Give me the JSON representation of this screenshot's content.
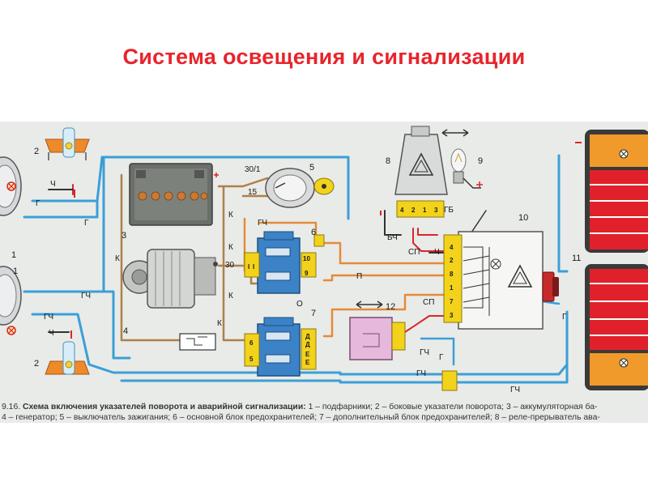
{
  "slide": {
    "title": "Система освещения и сигнализации"
  },
  "diagram": {
    "callouts": [
      "1",
      "1",
      "2",
      "2",
      "3",
      "4",
      "5",
      "6",
      "7",
      "8",
      "9",
      "10",
      "11",
      "12"
    ],
    "wire_labels": {
      "ch_top": "Ч",
      "g_top_left": "Г",
      "g_top_mid": "Г",
      "gch_mid": "ГЧ",
      "gch_bot_left": "ГЧ",
      "ch_bot_left": "Ч",
      "k1": "К",
      "k2": "К",
      "k3": "К",
      "k4": "К",
      "k5": "К",
      "gch_relay": "ГЧ",
      "w30_1": "30/1",
      "w15": "15",
      "w30": "30",
      "o": "О",
      "p": "П",
      "sp1": "СП",
      "sp2": "СП",
      "ch_relay": "Ч",
      "bch": "БЧ",
      "gb": "ГБ",
      "g_right": "Г",
      "gch_right": "ГЧ",
      "gch_12": "ГЧ",
      "gch_low": "ГЧ",
      "g_12": "Г"
    },
    "relay_pins": [
      "4",
      "2",
      "1",
      "3"
    ],
    "fuse_block_6_pins": [
      "I",
      "I",
      "I",
      "10",
      "I",
      "I",
      "I",
      "9"
    ],
    "fuse_block_7_pins": [
      "6",
      "5",
      "Д",
      "Д",
      "Е",
      "Е"
    ],
    "switch_10_pins": [
      "4",
      "2",
      "8",
      "1",
      "7",
      "3"
    ],
    "icons": [
      "hazard-triangle-icon",
      "bidirectional-arrow-icon",
      "bulb-icon",
      "ignition-key-icon"
    ]
  },
  "caption": {
    "line1_prefix": "9.16.",
    "line1_bold": "Схема включения указателей поворота и аварийной сигнализации:",
    "line1_rest": "1 – подфарники; 2 – боковые указатели поворота; 3 – аккумуляторная ба-",
    "line2": "4 – генератор; 5 – выключатель зажигания; 6 – основной блок предохранителей; 7 – дополнительный блок предохранителей; 8 – реле-прерыватель ава-"
  },
  "colors": {
    "title": "#e8242b",
    "wire_blue": "#3a9fd8",
    "wire_brown": "#b07f4a",
    "wire_orange": "#e38b3a",
    "wire_red": "#d9262c",
    "fuse_blue": "#3b82c6",
    "connector_yellow": "#f2d21a",
    "lamp_red": "#e0212c",
    "lamp_amber": "#ef9a2a",
    "background": "#e9ebe8"
  }
}
